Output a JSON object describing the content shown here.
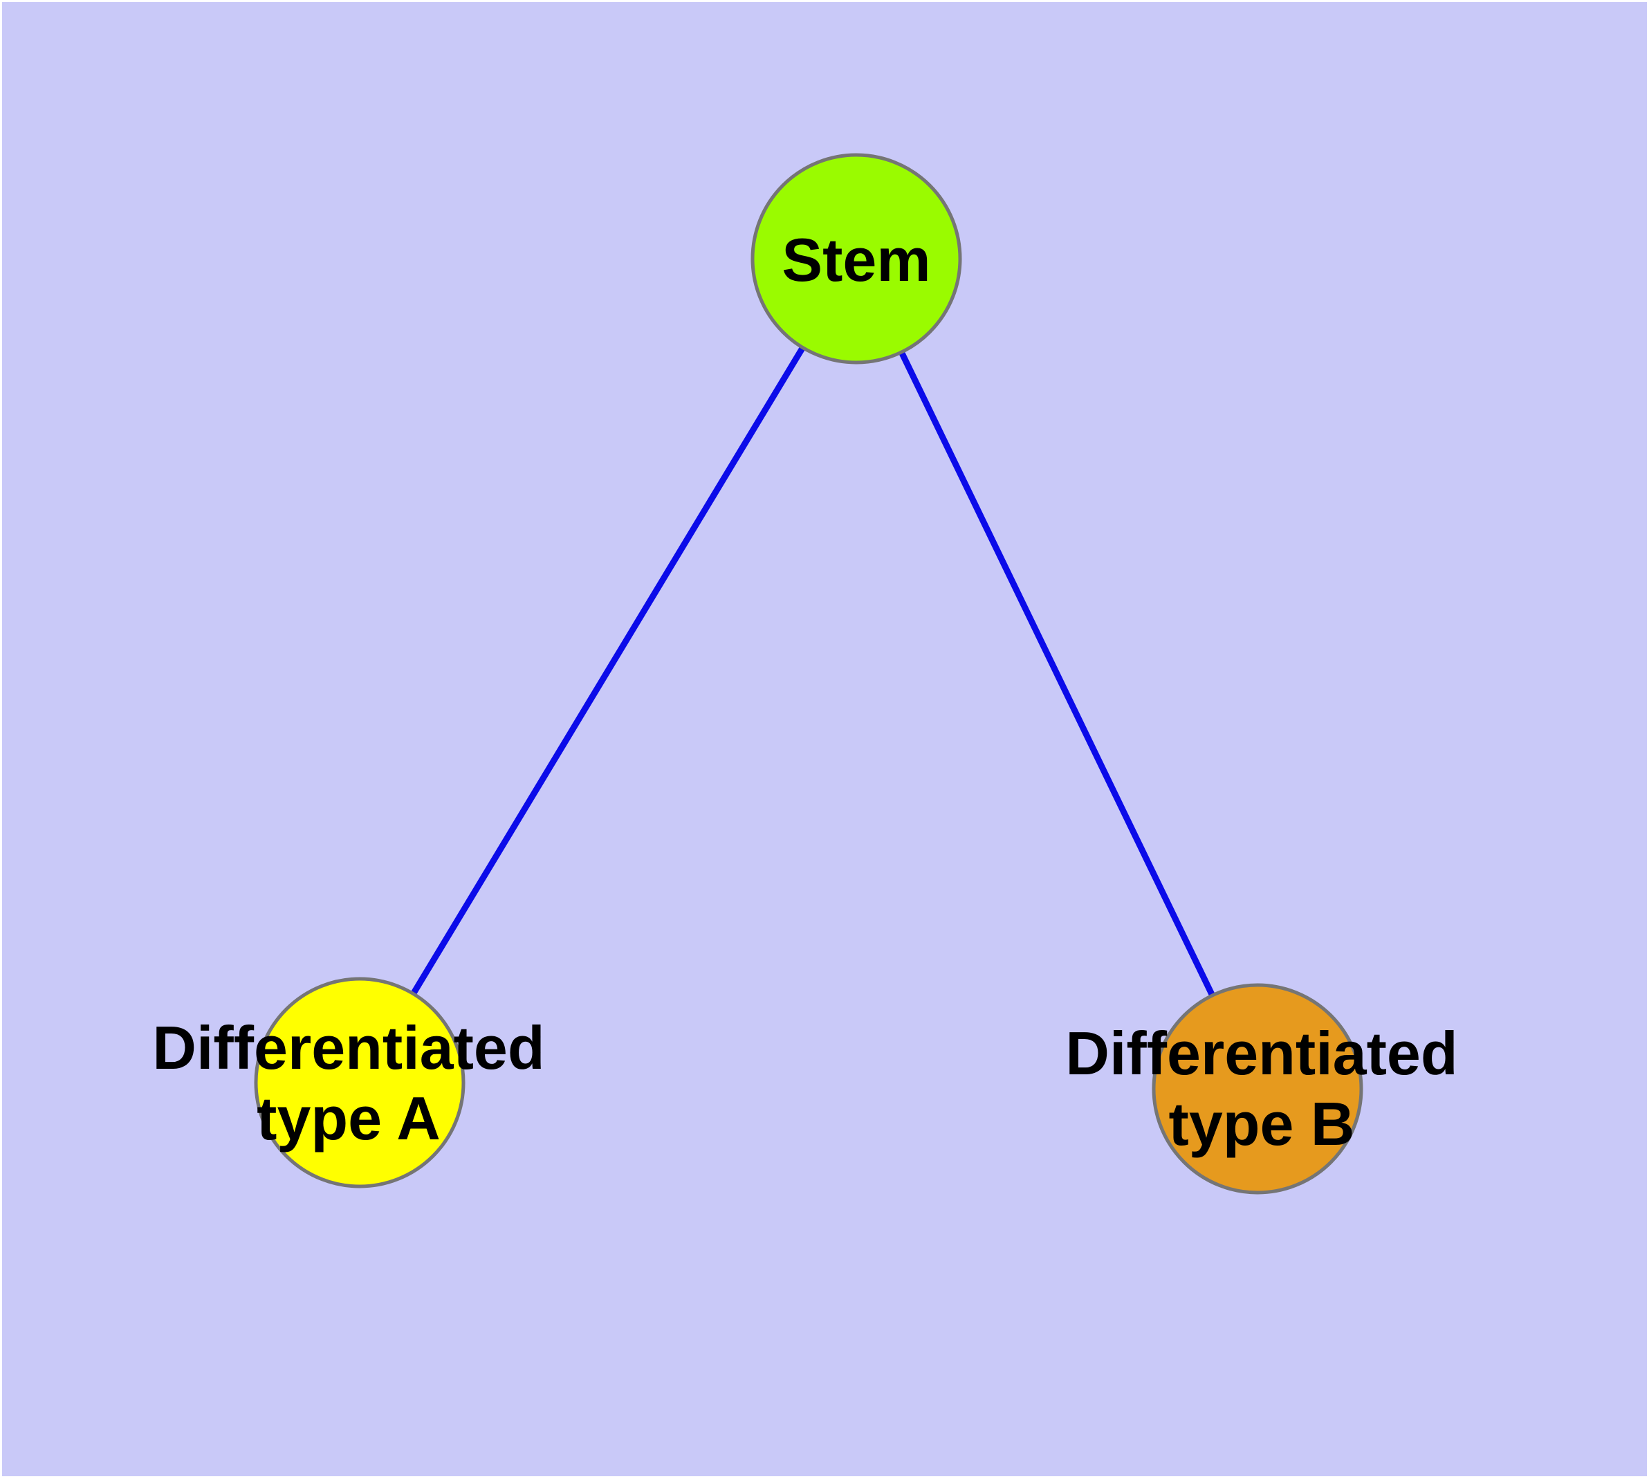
{
  "diagram": {
    "type": "node-link-graph",
    "background_color": "#C9C9F8",
    "outer_margin_color": "#FFFFFF",
    "edge_color": "#0B0BE9",
    "node_border_color": "#757575",
    "label_color": "#000000",
    "nodes": [
      {
        "id": "stem",
        "label": "Stem",
        "fill": "#9AFB00"
      },
      {
        "id": "type_a",
        "label": "Differentiated\ntype A",
        "fill": "#FFFF00"
      },
      {
        "id": "type_b",
        "label": "Differentiated\ntype B",
        "fill": "#E69A1E"
      }
    ],
    "edges": [
      {
        "from": "stem",
        "to": "type_a"
      },
      {
        "from": "stem",
        "to": "type_b"
      }
    ]
  }
}
